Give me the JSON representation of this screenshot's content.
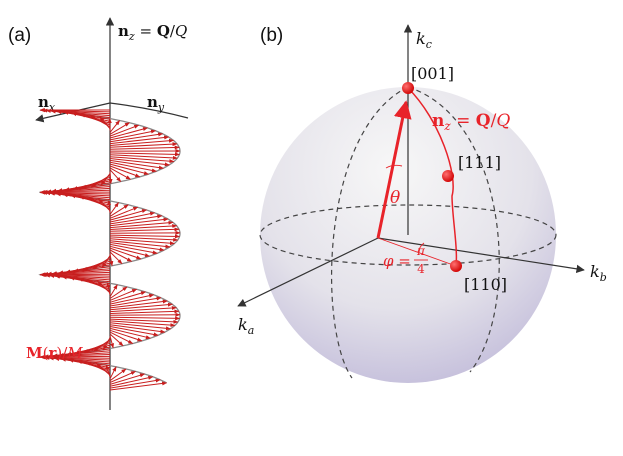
{
  "panel_a": {
    "label": "(a)",
    "nz_label": {
      "n": "n",
      "sub": "z",
      "rest": " = ",
      "Q": "Q",
      "slash": "/",
      "Q2": "Q"
    },
    "nx_label": {
      "n": "n",
      "sub": "x"
    },
    "ny_label": {
      "n": "n",
      "sub": "y"
    },
    "m_label": {
      "M": "M",
      "paren_open": "(",
      "r": "r",
      "paren_close": ")",
      "slash": "/",
      "M2": "M"
    }
  },
  "panel_b": {
    "label": "(b)",
    "kc": {
      "k": "k",
      "sub": "c"
    },
    "kb": {
      "k": "k",
      "sub": "b"
    },
    "ka": {
      "k": "k",
      "sub": "a"
    },
    "dir_001": "[001]",
    "dir_111": "[111]",
    "dir_110": "[110]",
    "theta": "θ",
    "phi": {
      "sym": "φ",
      "eq": " = ",
      "num": "π",
      "den": "4"
    },
    "nz_label": {
      "n": "n",
      "sub": "z",
      "rest": " = ",
      "Q": "Q",
      "slash": "/",
      "Q2": "Q"
    }
  },
  "colors": {
    "accent_red": "#e8232a",
    "arrow_red": "#c81e1e",
    "axis_gray": "#333333",
    "sphere_top": "#f6f6f6",
    "sphere_bottom": "#bcb6d8"
  }
}
